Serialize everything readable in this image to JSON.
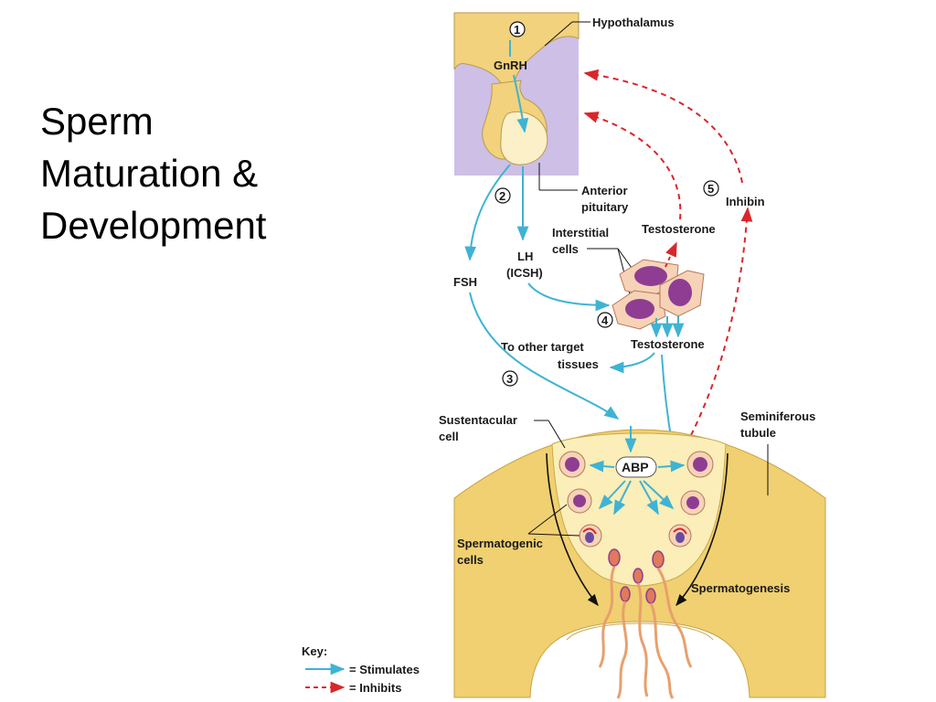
{
  "slide": {
    "title_lines": [
      "Sperm",
      "Maturation &",
      "Development"
    ]
  },
  "diagram": {
    "steps": [
      "1",
      "2",
      "3",
      "4",
      "5"
    ],
    "labels": {
      "hypothalamus": "Hypothalamus",
      "gnrh": "GnRH",
      "anterior_pituitary_1": "Anterior",
      "anterior_pituitary_2": "pituitary",
      "inhibin": "Inhibin",
      "testosterone_top": "Testosterone",
      "interstitial_1": "Interstitial",
      "interstitial_2": "cells",
      "lh_1": "LH",
      "lh_2": "(ICSH)",
      "fsh": "FSH",
      "testosterone_mid": "Testosterone",
      "other_targets_1": "To other target",
      "other_targets_2": "tissues",
      "sustentacular_1": "Sustentacular",
      "sustentacular_2": "cell",
      "seminiferous_1": "Seminiferous",
      "seminiferous_2": "tubule",
      "abp": "ABP",
      "spermatogenic_1": "Spermatogenic",
      "spermatogenic_2": "cells",
      "spermatogenesis": "Spermatogenesis"
    },
    "key": {
      "title": "Key:",
      "stimulates": "= Stimulates",
      "inhibits": "= Inhibits"
    },
    "colors": {
      "stimulate": "#3fb3d3",
      "inhibit": "#d9262b",
      "tissue": "#f2d27c",
      "lavender": "#cdbfe6",
      "tubule": "#f0d070",
      "cell_fill": "#f6d3b6",
      "nucleus": "#8f3d93"
    }
  }
}
